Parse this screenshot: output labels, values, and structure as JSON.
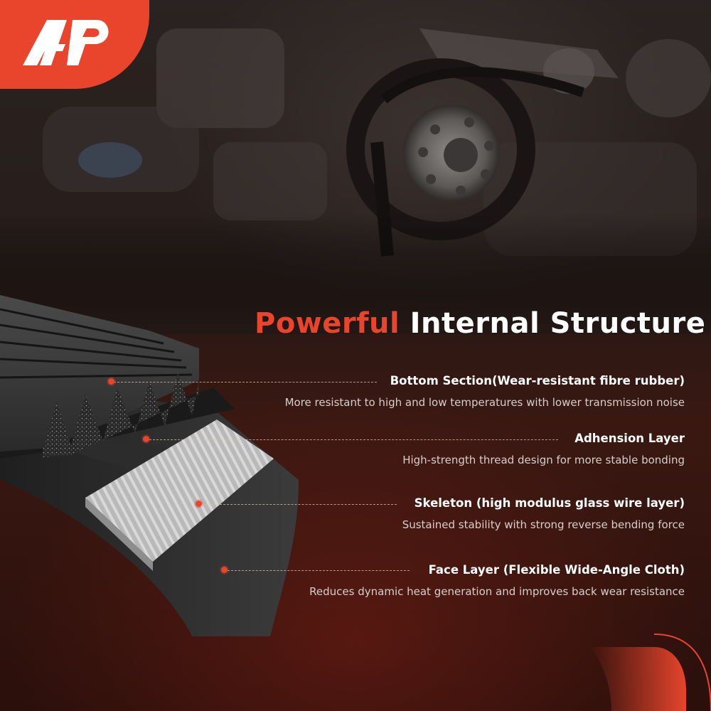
{
  "brand": {
    "logo_icon": "a-premium-logo-icon",
    "accent_color": "#e8452c"
  },
  "title": {
    "accent": "Powerful",
    "rest": "Internal Structure"
  },
  "layers": [
    {
      "heading": "Bottom Section(Wear-resistant fibre rubber)",
      "description": "More resistant to high and low temperatures with lower transmission noise"
    },
    {
      "heading": "Adhension Layer",
      "description": "High-strength thread design for more stable bonding"
    },
    {
      "heading": "Skeleton (high modulus glass wire layer)",
      "description": "Sustained stability with strong reverse bending force"
    },
    {
      "heading": "Face Layer (Flexible Wide-Angle Cloth)",
      "description": "Reduces dynamic heat generation and improves back wear resistance"
    }
  ],
  "colors": {
    "background": "#231815",
    "heading_text": "#ffffff",
    "description_text": "#d6cfcb"
  }
}
